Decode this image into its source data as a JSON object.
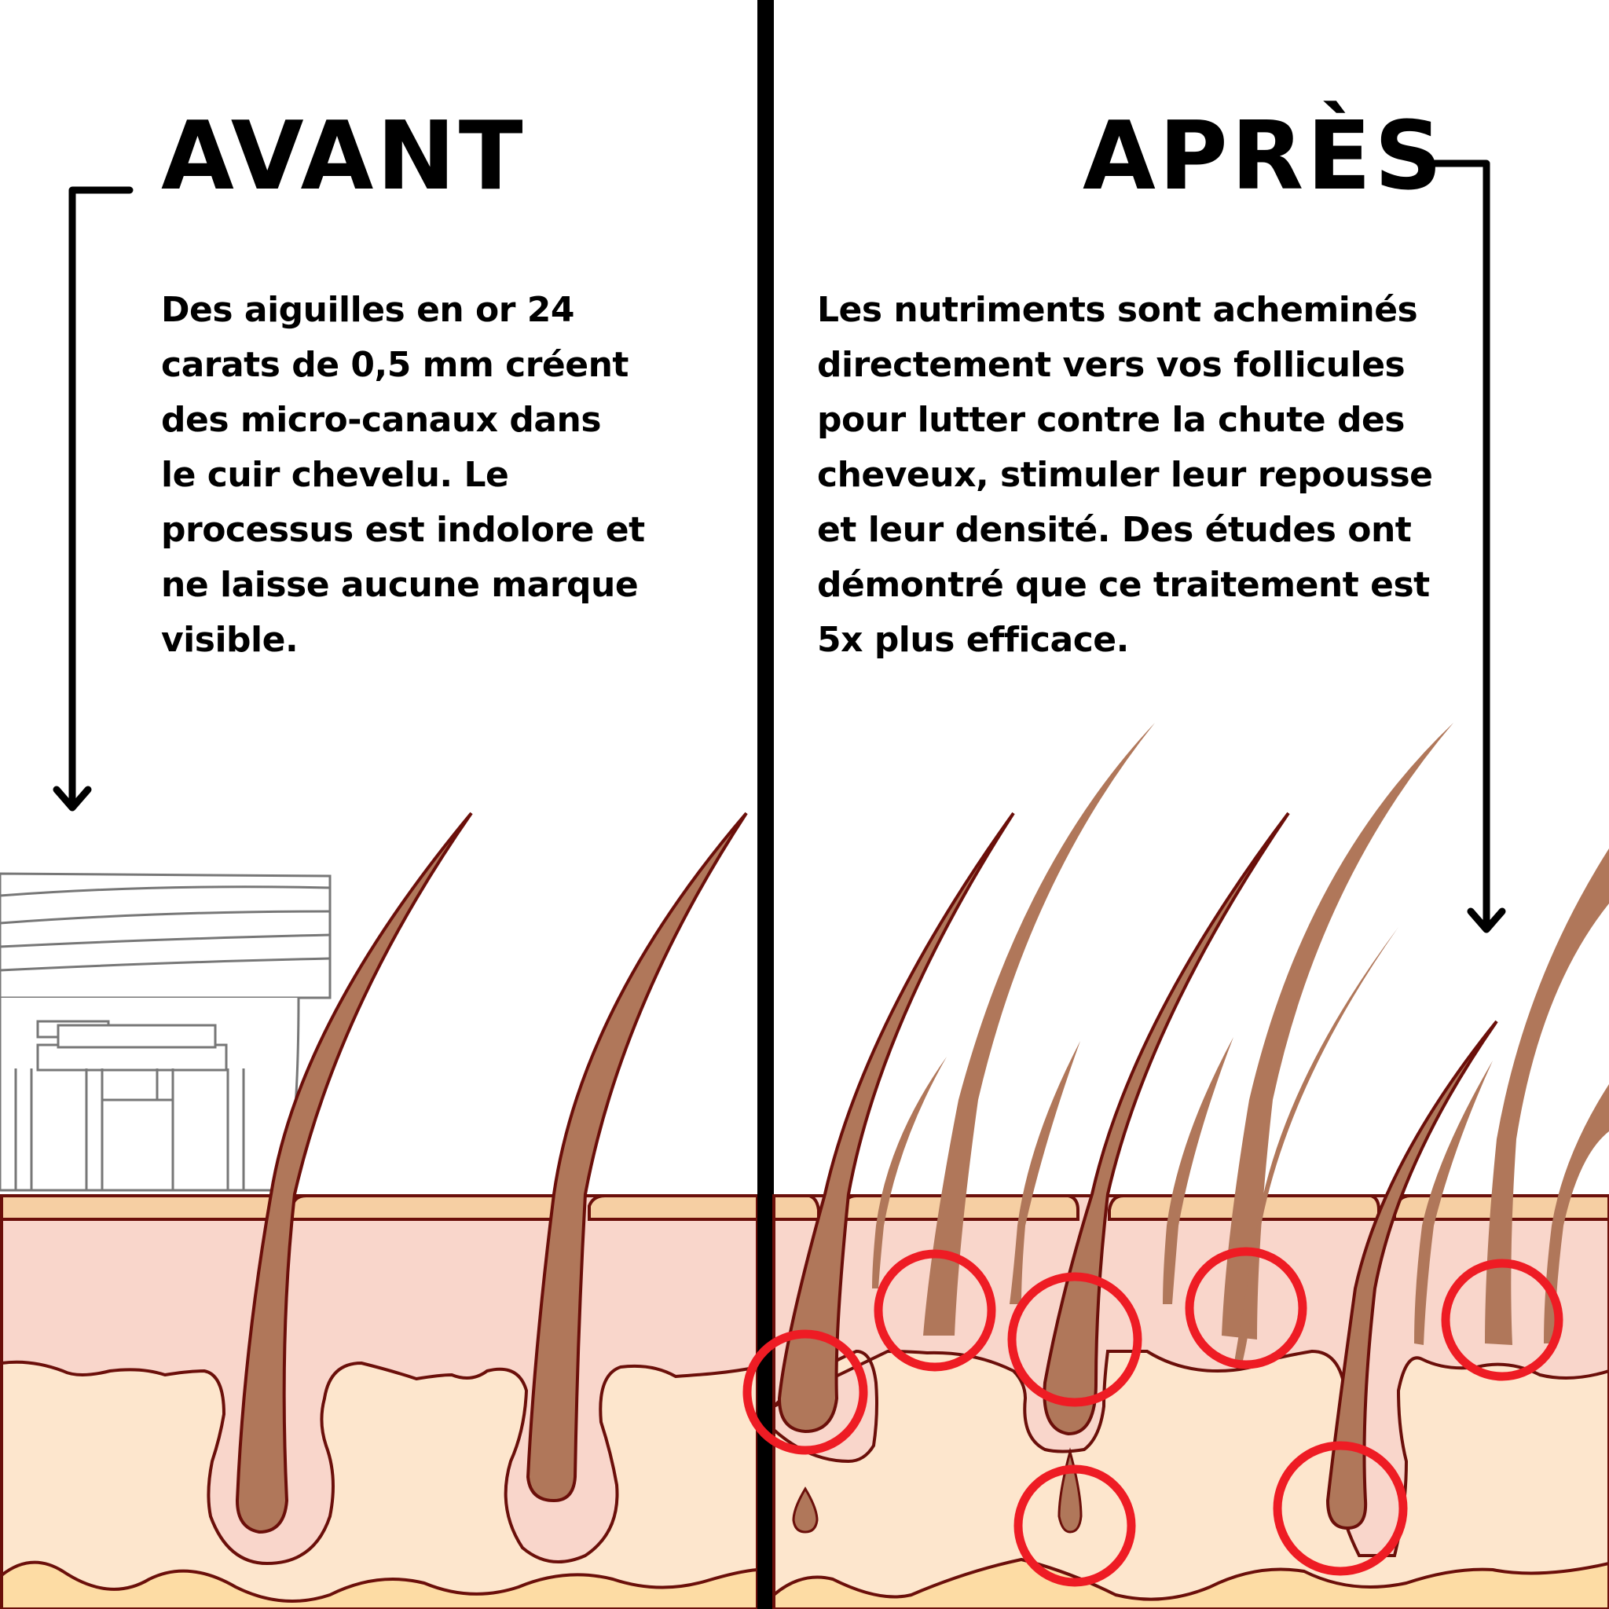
{
  "left_panel": {
    "title": "AVANT",
    "description_lines": [
      "Des aiguilles en or 24",
      "carats de 0,5 mm créent",
      "des micro-canaux dans",
      "le cuir chevelu. Le",
      "processus est indolore et",
      "ne laisse aucune marque",
      "visible."
    ]
  },
  "right_panel": {
    "title": "APRÈS",
    "description_lines": [
      "Les nutriments sont acheminés",
      "directement vers vos follicules",
      "pour lutter contre la chute des",
      "cheveux, stimuler leur repousse",
      "et leur densité. Des études ont",
      "démontré que ce traitement est",
      "5x plus efficace."
    ]
  },
  "colors": {
    "text": "#000000",
    "divider": "#000000",
    "epidermis_top": "#F6CFA3",
    "dermis": "#F9D6CB",
    "hypodermis": "#FDE6CD",
    "fat_layer": "#FDDCA4",
    "outline": "#6B0F0A",
    "hair": "#B0775A",
    "highlight_circle": "#EE1C24",
    "vessel_blue": "#8FB9DD",
    "vessel_red": "#EB8A83"
  }
}
